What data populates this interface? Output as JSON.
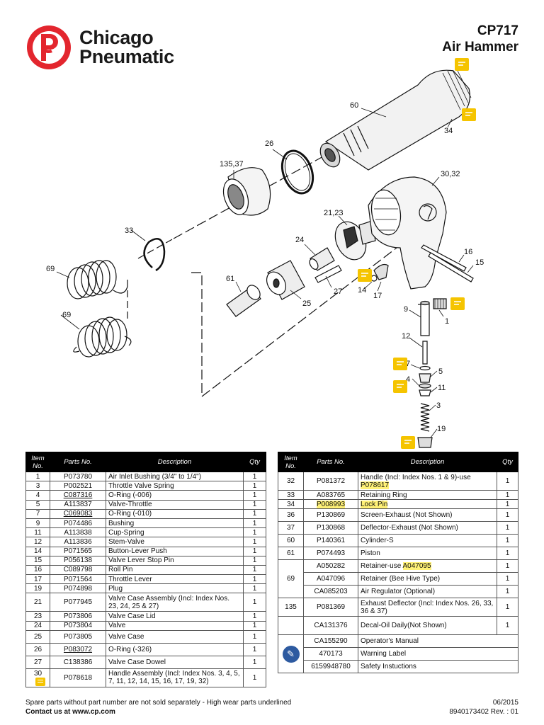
{
  "brand": {
    "line1": "Chicago",
    "line2": "Pneumatic"
  },
  "title": {
    "model": "CP717",
    "product": "Air Hammer"
  },
  "callouts": {
    "c60": "60",
    "c34": "34",
    "c26": "26",
    "c135_37": "135,37",
    "c30_32": "30,32",
    "c21_23": "21,23",
    "c33": "33",
    "c24": "24",
    "c69a": "69",
    "c69b": "69",
    "c61": "61",
    "c25": "25",
    "c27": "27",
    "c14": "14",
    "c17": "17",
    "c16": "16",
    "c15": "15",
    "c9": "9",
    "c1": "1",
    "c12": "12",
    "c7": "7",
    "c5": "5",
    "c4": "4",
    "c11": "11",
    "c3": "3",
    "c19": "19"
  },
  "table_headers": {
    "item": "Item No.",
    "parts": "Parts No.",
    "desc": "Description",
    "qty": "Qty"
  },
  "left_rows": [
    {
      "item": "1",
      "part": "P073780",
      "desc": "Air Inlet Bushing (3/4\" to 1/4\")",
      "qty": "1"
    },
    {
      "item": "3",
      "part": "P002521",
      "desc": "Throttle Valve Spring",
      "qty": "1"
    },
    {
      "item": "4",
      "part": "C087316",
      "desc": "O-Ring (-006)",
      "qty": "1"
    },
    {
      "item": "5",
      "part": "A113837",
      "desc": "Valve-Throttle",
      "qty": "1"
    },
    {
      "item": "7",
      "part": "C069083",
      "desc": "O-Ring (-010)",
      "qty": "1"
    },
    {
      "item": "9",
      "part": "P074486",
      "desc": "Bushing",
      "qty": "1"
    },
    {
      "item": "11",
      "part": "A113838",
      "desc": "Cup-Spring",
      "qty": "1"
    },
    {
      "item": "12",
      "part": "A113836",
      "desc": "Stem-Valve",
      "qty": "1"
    },
    {
      "item": "14",
      "part": "P071565",
      "desc": "Button-Lever Push",
      "qty": "1"
    },
    {
      "item": "15",
      "part": "P056138",
      "desc": "Valve Lever Stop Pin",
      "qty": "1"
    },
    {
      "item": "16",
      "part": "C089798",
      "desc": "Roll Pin",
      "qty": "1"
    },
    {
      "item": "17",
      "part": "P071564",
      "desc": "Throttle Lever",
      "qty": "1"
    },
    {
      "item": "19",
      "part": "P074898",
      "desc": "Plug",
      "qty": "1"
    },
    {
      "item": "21",
      "part": "P077945",
      "desc": "Valve Case Assembly (Incl: Index Nos. 23, 24, 25 & 27)",
      "qty": "1"
    },
    {
      "item": "23",
      "part": "P073806",
      "desc": "Valve Case Lid",
      "qty": "1"
    },
    {
      "item": "24",
      "part": "P073804",
      "desc": "Valve",
      "qty": "1"
    },
    {
      "item": "25",
      "part": "P073805",
      "desc": "Valve Case",
      "qty": "1"
    },
    {
      "item": "26",
      "part": "P083072",
      "desc": "O-Ring (-326)",
      "qty": "1"
    },
    {
      "item": "27",
      "part": "C138386",
      "desc": "Valve Case Dowel",
      "qty": "1"
    },
    {
      "item": "30",
      "part": "P078618",
      "desc": "Handle Assembly (Incl: Index Nos. 3, 4, 5, 7, 11, 12, 14, 15, 16, 17, 19, 32)",
      "qty": "1"
    }
  ],
  "right_rows": {
    "r32": {
      "item": "32",
      "part": "P081372",
      "desc_a": "Handle (Incl: Index Nos. 1 & 9)-use",
      "desc_b": "P078617",
      "qty": "1"
    },
    "r33": {
      "item": "33",
      "part": "A083765",
      "desc": "Retaining Ring",
      "qty": "1"
    },
    "r34": {
      "item": "34",
      "part": "P008993",
      "desc": "Lock Pin",
      "qty": "1"
    },
    "r36": {
      "item": "36",
      "part": "P130869",
      "desc": "Screen-Exhaust (Not Shown)",
      "qty": "1"
    },
    "r37": {
      "item": "37",
      "part": "P130868",
      "desc": "Deflector-Exhaust (Not Shown)",
      "qty": "1"
    },
    "r60": {
      "item": "60",
      "part": "P140361",
      "desc": "Cylinder-S",
      "qty": "1"
    },
    "r61": {
      "item": "61",
      "part": "P074493",
      "desc": "Piston",
      "qty": "1"
    },
    "r69_item": "69",
    "r69a": {
      "part": "A050282",
      "desc_a": "Retainer-use",
      "desc_b": "A047095",
      "qty": "1"
    },
    "r69b": {
      "part": "A047096",
      "desc": "Retainer (Bee Hive Type)",
      "qty": "1"
    },
    "r69c": {
      "part": "CA085203",
      "desc": "Air Regulator (Optional)",
      "qty": "1"
    },
    "r135": {
      "item": "135",
      "part": "P081369",
      "desc": "Exhaust Deflector (Incl: Index Nos. 26, 33, 36 & 37)",
      "qty": "1"
    },
    "rdecal": {
      "part": "CA131376",
      "desc": "Decal-Oil Daily(Not Shown)",
      "qty": "1"
    },
    "rman": {
      "part": "CA155290",
      "desc": "Operator's Manual"
    },
    "rwarn": {
      "part": "470173",
      "desc": "Warning Label"
    },
    "rsafe": {
      "part": "6159948780",
      "desc": "Safety Instuctions"
    }
  },
  "footer": {
    "note": "Spare parts without part number are not sold separately - High wear parts underlined",
    "contact": "Contact us at www.cp.com",
    "date": "06/2015",
    "docnum": "8940173402 Rev. : 01"
  },
  "colors": {
    "brand_red": "#e3262e",
    "note_yellow": "#f5c400",
    "highlight": "#fff176",
    "header_black": "#000000"
  }
}
